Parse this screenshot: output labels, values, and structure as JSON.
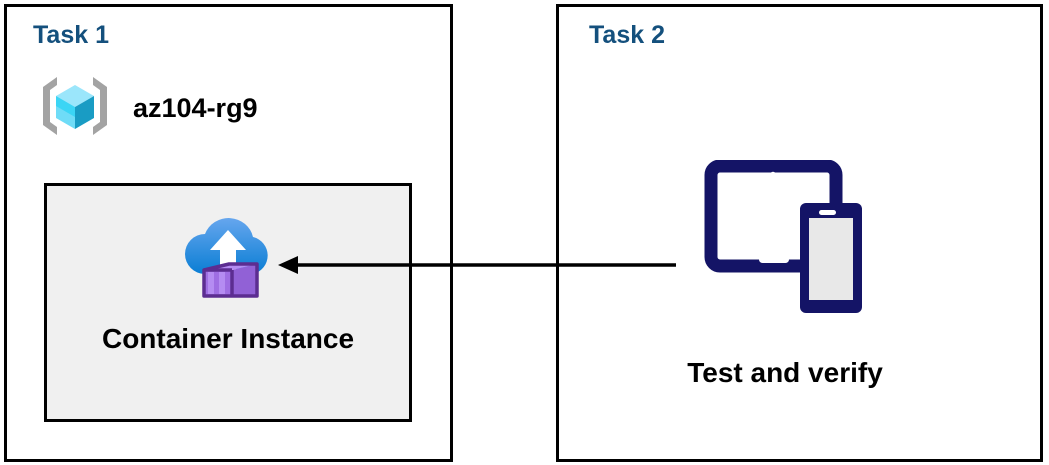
{
  "diagram": {
    "title": "Azure Container Instance task diagram",
    "background": "#ffffff",
    "panel_border_color": "#000000",
    "title_color": "#14507d",
    "box_fill": "#f0f0f0",
    "arrow_color": "#000000"
  },
  "panels": [
    {
      "id": "task1",
      "title": "Task 1",
      "resource_group": {
        "icon": "azure-resource-group-icon",
        "label": "az104-rg9",
        "icon_colors": {
          "bracket": "#a3a3a3",
          "cube_light": "#9be6fb",
          "cube_mid": "#32d4f5",
          "cube_dark": "#199cc4"
        }
      },
      "resource_box": {
        "icon": "azure-container-instance-icon",
        "label": "Container Instance",
        "icon_colors": {
          "cloud_top": "#5ea0e8",
          "cloud_bottom": "#0b7fd4",
          "arrow": "#ffffff",
          "container_front": "#a97ced",
          "container_side": "#9161d6",
          "container_outline": "#5c2d91"
        }
      }
    },
    {
      "id": "task2",
      "title": "Task 2",
      "device": {
        "icon": "devices-tablet-phone-icon",
        "label": "Test and verify",
        "icon_colors": {
          "device_outline": "#141466",
          "phone_screen": "#e8e8e8",
          "tablet_screen": "#ffffff"
        }
      }
    }
  ],
  "connector": {
    "name": "test-to-container-arrow",
    "from": "Test and verify",
    "to": "Container Instance",
    "direction": "right-to-left",
    "color": "#000000"
  }
}
